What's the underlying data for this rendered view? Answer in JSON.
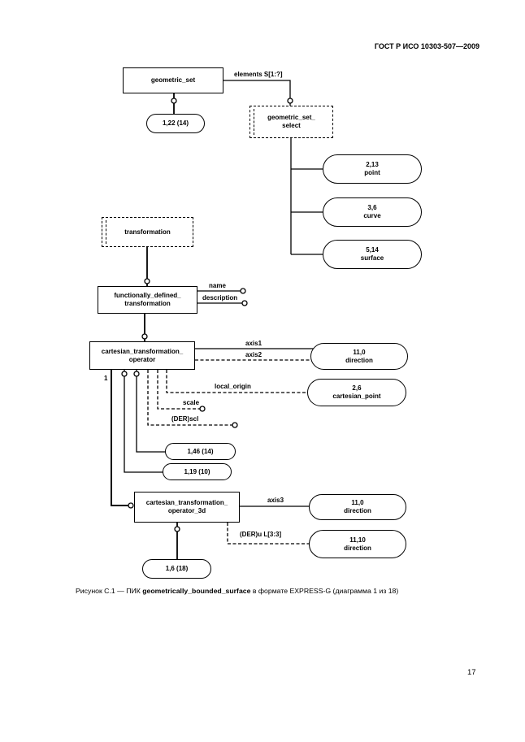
{
  "header": {
    "standard": "ГОСТ Р ИСО 10303-507—2009"
  },
  "footer": {
    "page_number": "17"
  },
  "caption": {
    "prefix": "Рисунок С.1 — ПИК ",
    "bold": "geometrically_bounded_surface",
    "suffix": " в формате EXPRESS-G (диаграмма 1 из 18)"
  },
  "diagram": {
    "boxes": {
      "geometric_set": "geometric_set",
      "geometric_set_select": "geometric_set_\nselect",
      "transformation": "transformation",
      "functionally_defined_transformation": "functionally_defined_\ntransformation",
      "cartesian_transformation_operator": "cartesian_transformation_\noperator",
      "cartesian_transformation_operator_3d": "cartesian_transformation_\noperator_3d"
    },
    "ovals": {
      "ref_1_22": "1,22 (14)",
      "point": "2,13\npoint",
      "curve": "3,6\ncurve",
      "surface": "5,14\nsurface",
      "direction_axis12": "11,0\ndirection",
      "cartesian_point": "2,6\ncartesian_point",
      "ref_1_46": "1,46 (14)",
      "ref_1_19": "1,19 (10)",
      "direction_axis3": "11,0\ndirection",
      "direction_u": "11,10\ndirection",
      "ref_1_6": "1,6 (18)"
    },
    "edge_labels": {
      "elements": "elements S[1:?]",
      "name": "name",
      "description": "description",
      "axis1": "axis1",
      "axis2": "axis2",
      "local_origin": "local_origin",
      "scale": "scale",
      "der_scl": "(DER)scl",
      "one": "1",
      "axis3": "axis3",
      "der_u": "(DER)u L[3:3]"
    }
  }
}
